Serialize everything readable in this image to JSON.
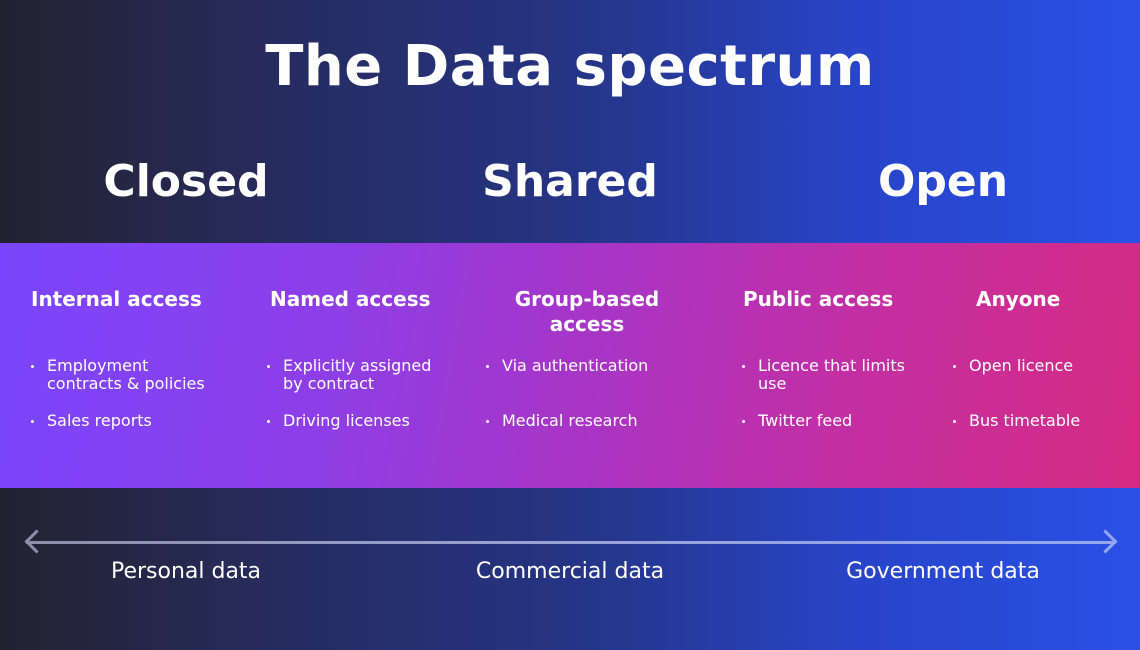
{
  "title": "The Data spectrum",
  "categories": [
    {
      "label": "Closed"
    },
    {
      "label": "Shared"
    },
    {
      "label": "Open"
    }
  ],
  "columns": [
    {
      "heading": "Internal access",
      "bullets": [
        [
          "Employment",
          "contracts & policies"
        ],
        [
          "Sales reports"
        ]
      ]
    },
    {
      "heading": "Named access",
      "bullets": [
        [
          "Explicitly assigned",
          "by contract"
        ],
        [
          "Driving licenses"
        ]
      ]
    },
    {
      "heading_lines": [
        "Group-based",
        "access"
      ],
      "bullets": [
        [
          "Via authentication"
        ],
        [
          "Medical research"
        ]
      ]
    },
    {
      "heading": "Public access",
      "bullets": [
        [
          "Licence that limits",
          "use"
        ],
        [
          "Twitter feed"
        ]
      ]
    },
    {
      "heading": "Anyone",
      "bullets": [
        [
          "Open licence"
        ],
        [
          "Bus timetable"
        ]
      ]
    }
  ],
  "axis": {
    "labels": [
      "Personal data",
      "Commercial data",
      "Government data"
    ],
    "left_icon": "arrow-left-icon",
    "right_icon": "arrow-right-icon"
  },
  "colors": {
    "bg_left": "#23222f",
    "bg_right": "#2950e6",
    "band_left": "#7a45fe",
    "band_right": "#d62b82"
  }
}
